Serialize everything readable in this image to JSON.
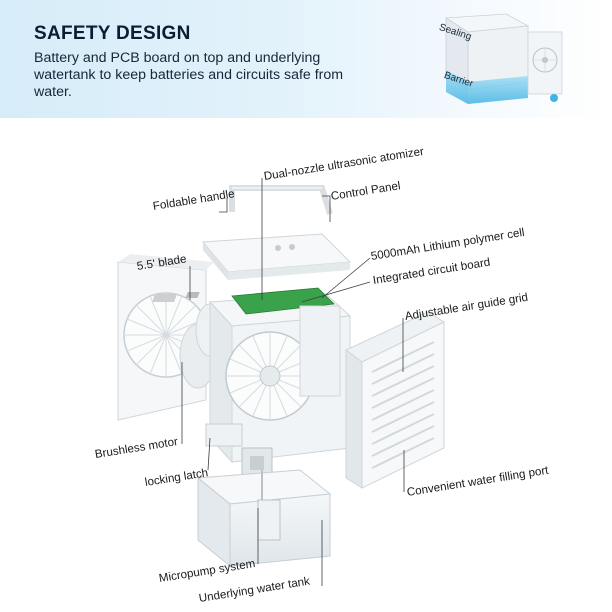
{
  "header": {
    "title": "SAFETY DESIGN",
    "description": "Battery and PCB board on top and underlying watertank to keep batteries and circuits safe from water."
  },
  "inset": {
    "sealing_label": "Sealing",
    "barrier_label": "Barrier"
  },
  "callouts": {
    "foldable_handle": "Foldable handle",
    "atomizer": "Dual-nozzle ultrasonic atomizer",
    "control_panel": "Control Panel",
    "blade": "5.5' blade",
    "battery": "5000mAh Lithium polymer cell",
    "circuit_board": "Integrated circuit board",
    "air_guide": "Adjustable air guide grid",
    "brushless_motor": "Brushless motor",
    "locking_latch": "locking latch",
    "water_port": "Convenient water filling port",
    "micropump": "Micropump system",
    "water_tank": "Underlying water tank"
  },
  "colors": {
    "header_bg": "#d6ecf8",
    "title": "#0c1d33",
    "water": "#5fc3ea",
    "pcb": "#3aa24a"
  }
}
